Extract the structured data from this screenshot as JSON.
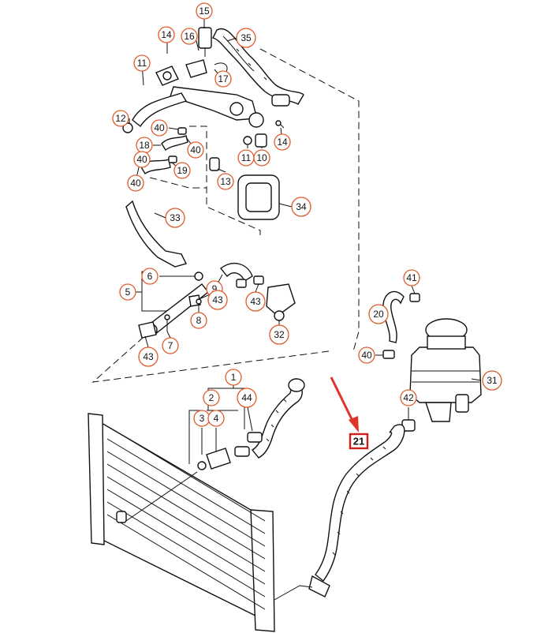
{
  "callouts": {
    "c15": "15",
    "c14a": "14",
    "c16": "16",
    "c35": "35",
    "c11a": "11",
    "c17": "17",
    "c12": "12",
    "c40a": "40",
    "c18": "18",
    "c40b": "40",
    "c40c": "40",
    "c19": "19",
    "c40d": "40",
    "c14b": "14",
    "c11b": "11",
    "c10": "10",
    "c13": "13",
    "c33": "33",
    "c34": "34",
    "c6": "6",
    "c5": "5",
    "c9": "9",
    "c43a": "43",
    "c43b": "43",
    "c8": "8",
    "c32": "32",
    "c7": "7",
    "c43c": "43",
    "c41": "41",
    "c20": "20",
    "c40e": "40",
    "c31": "31",
    "c42": "42",
    "c1": "1",
    "c2": "2",
    "c44": "44",
    "c3": "3",
    "c4": "4"
  },
  "highlight": {
    "label": "21",
    "color": "#d31d1d"
  },
  "colors": {
    "callout_ring": "#e05a2a",
    "arrow": "#e0332a"
  }
}
